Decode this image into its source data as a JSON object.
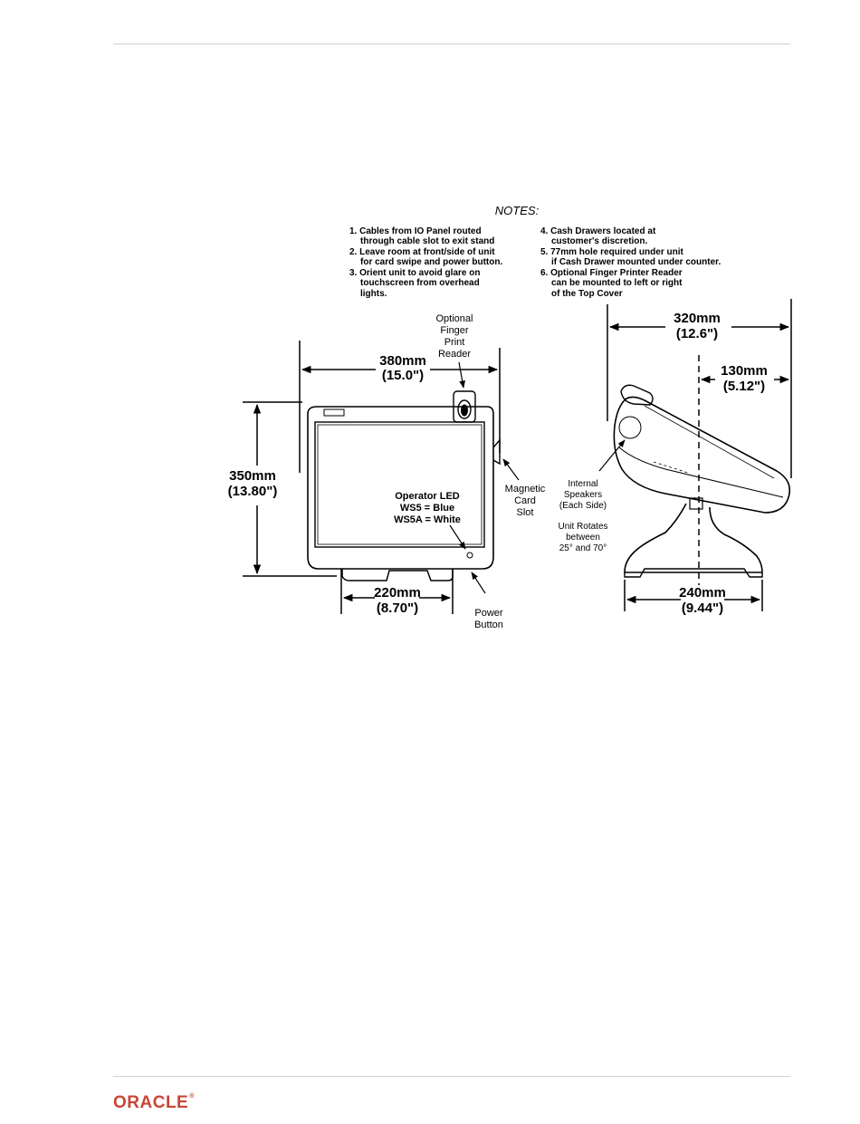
{
  "notes": {
    "title": "NOTES:",
    "left": [
      [
        "1. Cables from IO Panel routed",
        "through cable slot to exit stand"
      ],
      [
        "2. Leave room at front/side of unit",
        "for card swipe and power button."
      ],
      [
        "3. Orient unit to avoid glare on",
        "touchscreen from overhead",
        "lights."
      ]
    ],
    "right": [
      [
        "4. Cash Drawers located at",
        "customer's discretion."
      ],
      [
        "5. 77mm hole required under unit",
        "if Cash Drawer mounted under counter."
      ],
      [
        "6. Optional Finger Printer Reader",
        "can be mounted to left or right",
        "of the Top Cover"
      ]
    ]
  },
  "front": {
    "width_mm": "380mm",
    "width_in": "(15.0\")",
    "height_mm": "350mm",
    "height_in": "(13.80\")",
    "base_mm": "220mm",
    "base_in": "(8.70\")",
    "fingerprint": [
      "Optional",
      "Finger",
      "Print",
      "Reader"
    ],
    "led": [
      "Operator LED",
      "WS5 = Blue",
      "WS5A = White"
    ],
    "card_slot": [
      "Magnetic",
      "Card",
      "Slot"
    ],
    "power": [
      "Power",
      "Button"
    ]
  },
  "side": {
    "depth_mm": "320mm",
    "depth_in": "(12.6\")",
    "offset_mm": "130mm",
    "offset_in": "(5.12\")",
    "base_mm": "240mm",
    "base_in": "(9.44\")",
    "speakers": [
      "Internal",
      "Speakers",
      "(Each Side)"
    ],
    "rotate": [
      "Unit Rotates",
      "between",
      "25° and 70°"
    ]
  },
  "footer": {
    "logo": "ORACLE",
    "reg": "®"
  }
}
